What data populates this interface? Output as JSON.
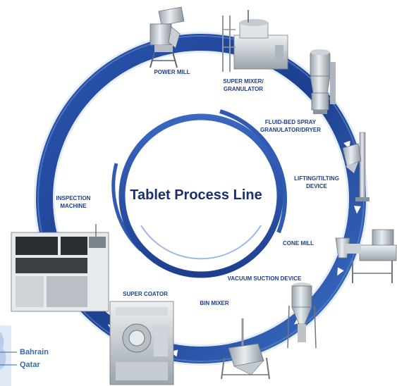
{
  "title": "Tablet Process Line",
  "colors": {
    "ring_dark": "#1d3f8f",
    "ring_light": "#6f9ad8",
    "label": "#1f3f8a",
    "arrow": "#ffffff"
  },
  "stations": [
    {
      "label": "POWER MILL",
      "icon": "power-mill-icon"
    },
    {
      "label": "SUPER MIXER/",
      "label2": "GRANULATOR",
      "icon": "super-mixer-granulator-icon"
    },
    {
      "label": "FLUID-BED SPRAY",
      "label2": "GRANULATOR/DRYER",
      "icon": "fluid-bed-dryer-icon"
    },
    {
      "label": "LIFTING/TILTING",
      "label2": "DEVICE",
      "icon": "lifting-tilting-device-icon"
    },
    {
      "label": "CONE MILL",
      "icon": "cone-mill-icon"
    },
    {
      "label": "VACUUM SUCTION DEVICE",
      "icon": "vacuum-suction-device-icon"
    },
    {
      "label": "BIN MIXER",
      "icon": "bin-mixer-icon"
    },
    {
      "label": "SUPER COATOR",
      "icon": "super-coator-icon"
    },
    {
      "label": "INSPECTION",
      "label2": "MACHINE",
      "icon": "inspection-machine-icon"
    }
  ],
  "map_labels": [
    "Bahrain",
    "Qatar"
  ]
}
